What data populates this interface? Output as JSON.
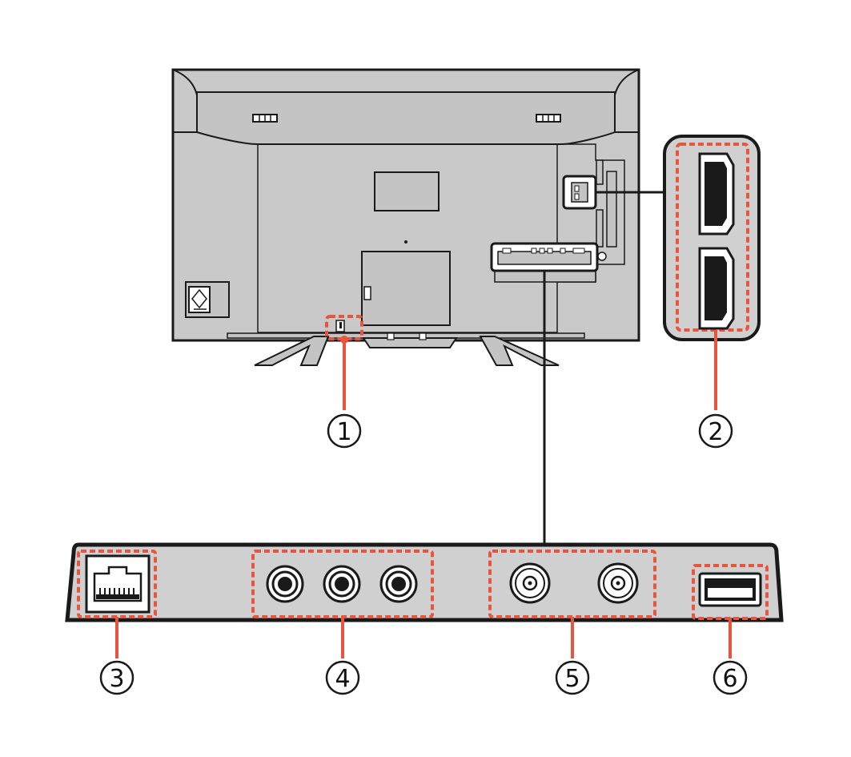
{
  "callouts": [
    {
      "id": "1",
      "label": "1"
    },
    {
      "id": "2",
      "label": "2"
    },
    {
      "id": "3",
      "label": "3"
    },
    {
      "id": "4",
      "label": "4"
    },
    {
      "id": "5",
      "label": "5"
    },
    {
      "id": "6",
      "label": "6"
    }
  ],
  "colors": {
    "highlight": "#e8553e",
    "body": "#c8c8c8",
    "outline": "#1a1a1a",
    "panel": "#d0d0d0"
  },
  "icons": [
    "tv-rear-panel",
    "hdmi-port-icon",
    "ethernet-port-icon",
    "rca-jack-icon",
    "coaxial-antenna-icon",
    "usb-port-icon",
    "power-inlet-icon",
    "kensington-slot-icon"
  ]
}
